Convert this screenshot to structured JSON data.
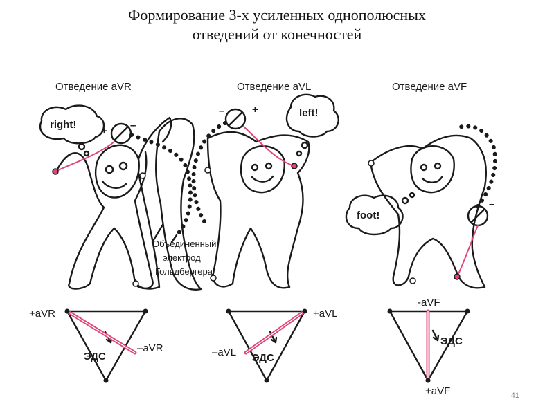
{
  "slide": {
    "title_line1": "Формирование 3-х усиленных однополюсных",
    "title_line2": "отведений от конечностей",
    "page_number": "41"
  },
  "figure": {
    "panels": [
      {
        "title": "Отведение aVR",
        "bubble": "right!"
      },
      {
        "title": "Отведение aVL",
        "bubble": "left!"
      },
      {
        "title": "Отведение aVF",
        "bubble": "foot!"
      }
    ],
    "electrode_label": [
      "Объединенный",
      "электрод",
      "Гольдбергера"
    ],
    "triangles": [
      {
        "pos": "+aVR",
        "neg": "–aVR",
        "emf": "ЭДС"
      },
      {
        "pos": "+aVL",
        "neg": "–aVL",
        "emf": "ЭДС"
      },
      {
        "pos": "+aVF",
        "neg": "-aVF",
        "emf": "ЭДС"
      }
    ],
    "plus_sign": "+",
    "minus_sign": "–"
  },
  "colors": {
    "accent": "#e0457a",
    "ink": "#1a1a1a"
  }
}
